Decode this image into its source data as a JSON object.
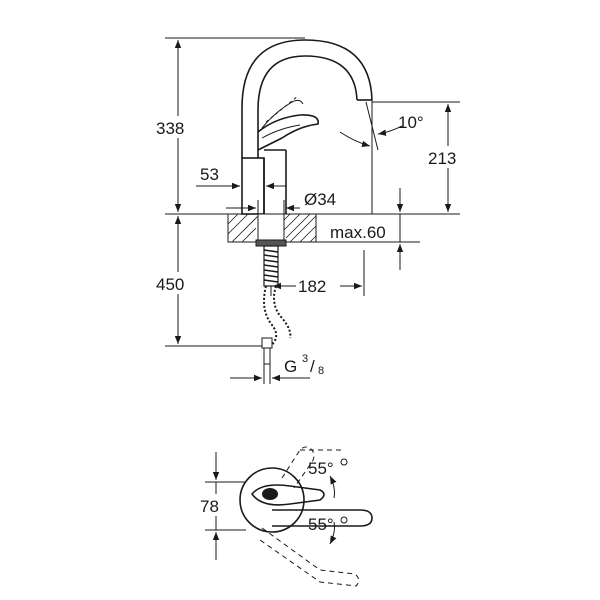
{
  "dimensions": {
    "height_total": "338",
    "height_spout": "213",
    "spout_angle": "10°",
    "body_offset": "53",
    "body_diameter": "Ø34",
    "deck_thickness": "max.60",
    "hose_length": "450",
    "reach": "182",
    "thread_prefix": "G",
    "thread_numerator": "3",
    "thread_denominator": "8",
    "base_width": "78",
    "swivel_angle_top": "55°",
    "swivel_angle_bottom": "55°"
  }
}
